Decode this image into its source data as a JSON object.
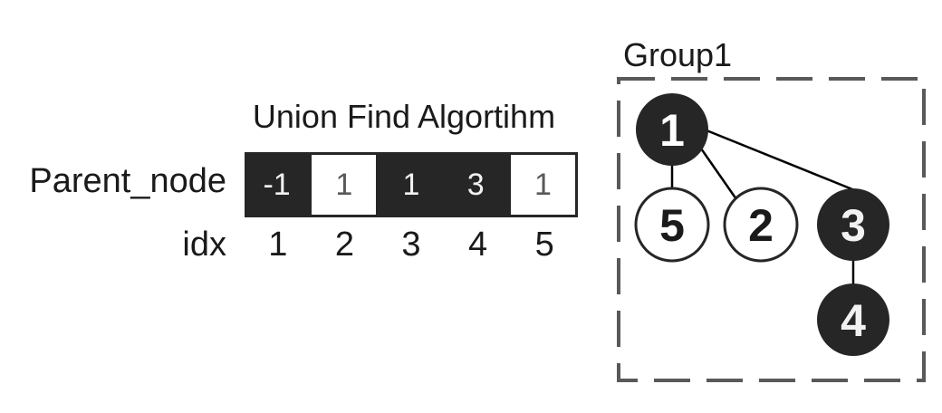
{
  "title": "Union Find Algortihm",
  "colors": {
    "dark_fill": "#262626",
    "dark_cell_text": "#f2f2f2",
    "light_cell_text": "#595959",
    "edge_line": "#000000",
    "dashed_border": "#595959",
    "background": "#ffffff"
  },
  "table": {
    "row_label": "Parent_node",
    "idx_label": "idx",
    "cells": [
      {
        "value": "-1",
        "variant": "dark"
      },
      {
        "value": "1",
        "variant": "light"
      },
      {
        "value": "1",
        "variant": "dark"
      },
      {
        "value": "3",
        "variant": "dark"
      },
      {
        "value": "1",
        "variant": "light"
      }
    ],
    "idx_values": [
      "1",
      "2",
      "3",
      "4",
      "5"
    ]
  },
  "group": {
    "label": "Group1",
    "nodes": [
      {
        "id": "1",
        "label": "1",
        "variant": "dark",
        "text_color": "#ffffff"
      },
      {
        "id": "2",
        "label": "2",
        "variant": "light",
        "text_color": "#1a1a1a"
      },
      {
        "id": "3",
        "label": "3",
        "variant": "dark",
        "text_color": "#f2f2f2"
      },
      {
        "id": "4",
        "label": "4",
        "variant": "dark",
        "text_color": "#f2f2f2"
      },
      {
        "id": "5",
        "label": "5",
        "variant": "light",
        "text_color": "#1a1a1a"
      }
    ],
    "edges": [
      [
        "1",
        "5"
      ],
      [
        "1",
        "2"
      ],
      [
        "1",
        "3"
      ],
      [
        "3",
        "4"
      ]
    ]
  }
}
